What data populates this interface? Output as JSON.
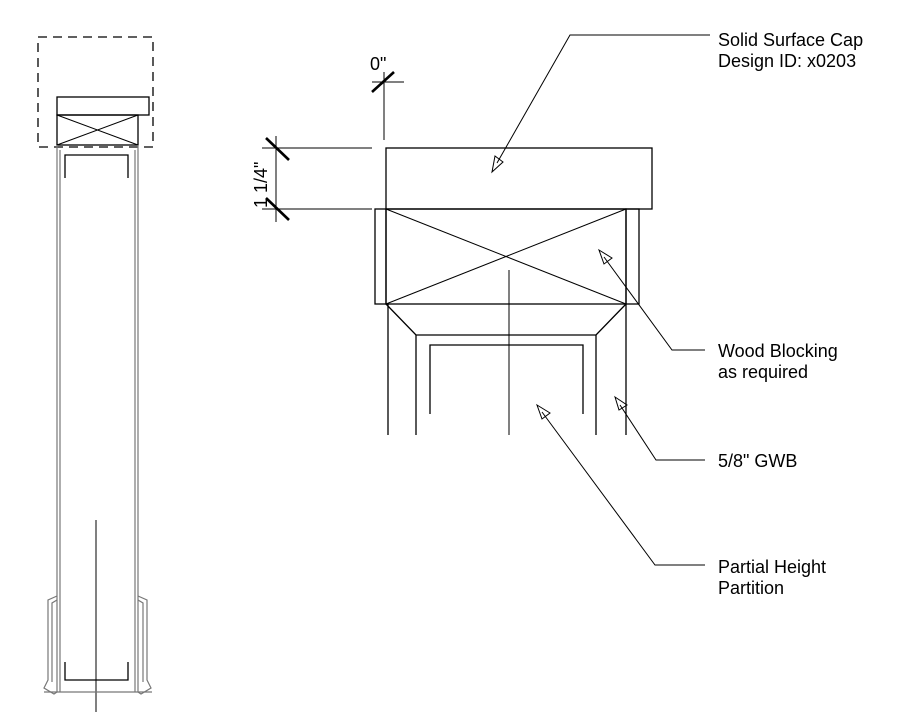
{
  "labels": {
    "cap_line1": "Solid Surface Cap",
    "cap_line2": "Design ID: x0203",
    "blocking_line1": "Wood Blocking",
    "blocking_line2": "as required",
    "gwb": "5/8\" GWB",
    "partition_line1": "Partial Height",
    "partition_line2": "Partition"
  },
  "dimensions": {
    "overhang": "0\"",
    "cap_thickness": "1 1/4\""
  }
}
